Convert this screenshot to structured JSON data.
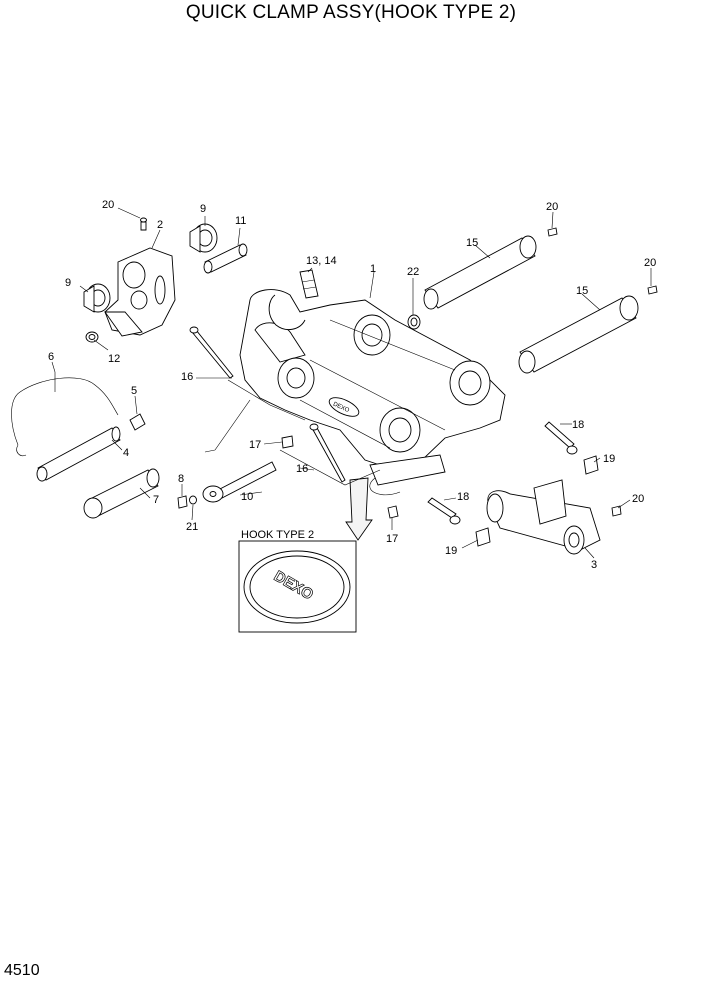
{
  "page": {
    "title": "QUICK CLAMP ASSY(HOOK TYPE 2)",
    "page_number": "4510"
  },
  "inset": {
    "label": "HOOK TYPE 2",
    "logo_text": "DEXO"
  },
  "callouts": {
    "c1": "1",
    "c2": "2",
    "c3": "3",
    "c4": "4",
    "c5": "5",
    "c6": "6",
    "c7": "7",
    "c8": "8",
    "c9a": "9",
    "c9b": "9",
    "c10": "10",
    "c11": "11",
    "c12": "12",
    "c13_14": "13, 14",
    "c15a": "15",
    "c15b": "15",
    "c16a": "16",
    "c16b": "16",
    "c17a": "17",
    "c17b": "17",
    "c18a": "18",
    "c18b": "18",
    "c19a": "19",
    "c19b": "19",
    "c20a": "20",
    "c20b": "20",
    "c20c": "20",
    "c20d": "20",
    "c21": "21",
    "c22": "22"
  }
}
